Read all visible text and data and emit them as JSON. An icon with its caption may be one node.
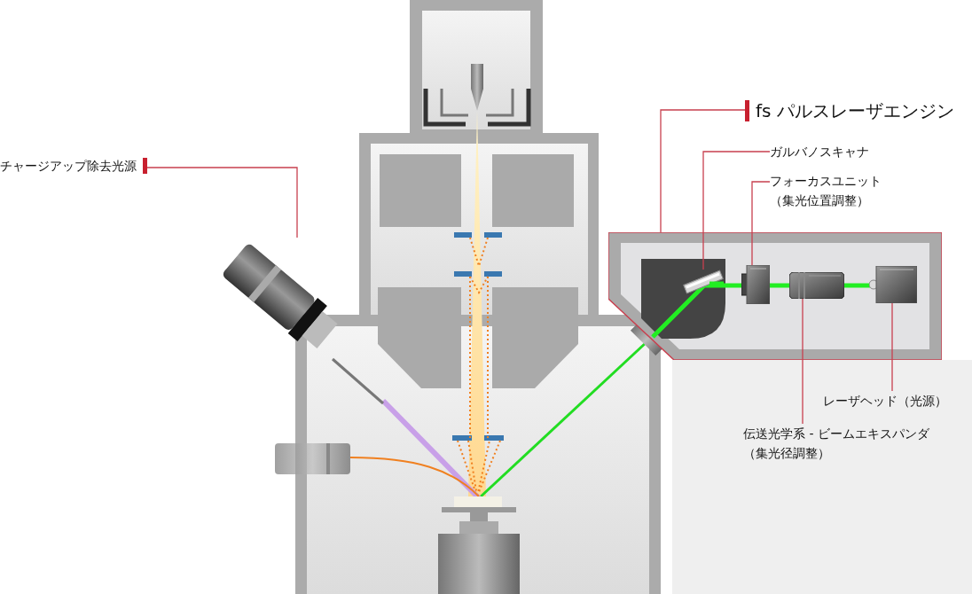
{
  "diagram": {
    "nodes": [
      {
        "text": [
          "チャージアップ除去光源"
        ]
      },
      {
        "text": [],
        "shape": "picture"
      },
      {
        "text": [
          "fs パルスレーザエンジン"
        ]
      },
      {
        "text": [],
        "shape": "box"
      },
      {
        "text": [
          "ガルバノスキャナ"
        ]
      },
      {
        "text": [],
        "shape": "picture",
        "in": 3
      },
      {
        "text": [
          "フォーカスユニット",
          "（集光位置調整）"
        ]
      },
      {
        "text": [],
        "shape": "picture",
        "in": 3
      },
      {
        "text": [
          "伝送光学系 - ビームエキスパンダ",
          "（集光径調整）"
        ]
      },
      {
        "text": [],
        "shape": "picture",
        "in": 3
      },
      {
        "text": [
          "レーザヘッド（光源）"
        ]
      },
      {
        "text": [],
        "shape": "picture",
        "in": 3
      }
    ],
    "edges": [
      {
        "from": 0,
        "to": 1,
        "arrow": "none"
      },
      {
        "from": 2,
        "to": 3,
        "arrow": "none"
      },
      {
        "from": 4,
        "to": 5,
        "arrow": "none"
      },
      {
        "from": 6,
        "to": 7,
        "arrow": "none"
      },
      {
        "from": 8,
        "to": 9,
        "arrow": "none"
      },
      {
        "from": 10,
        "to": 11,
        "arrow": "none"
      }
    ]
  }
}
